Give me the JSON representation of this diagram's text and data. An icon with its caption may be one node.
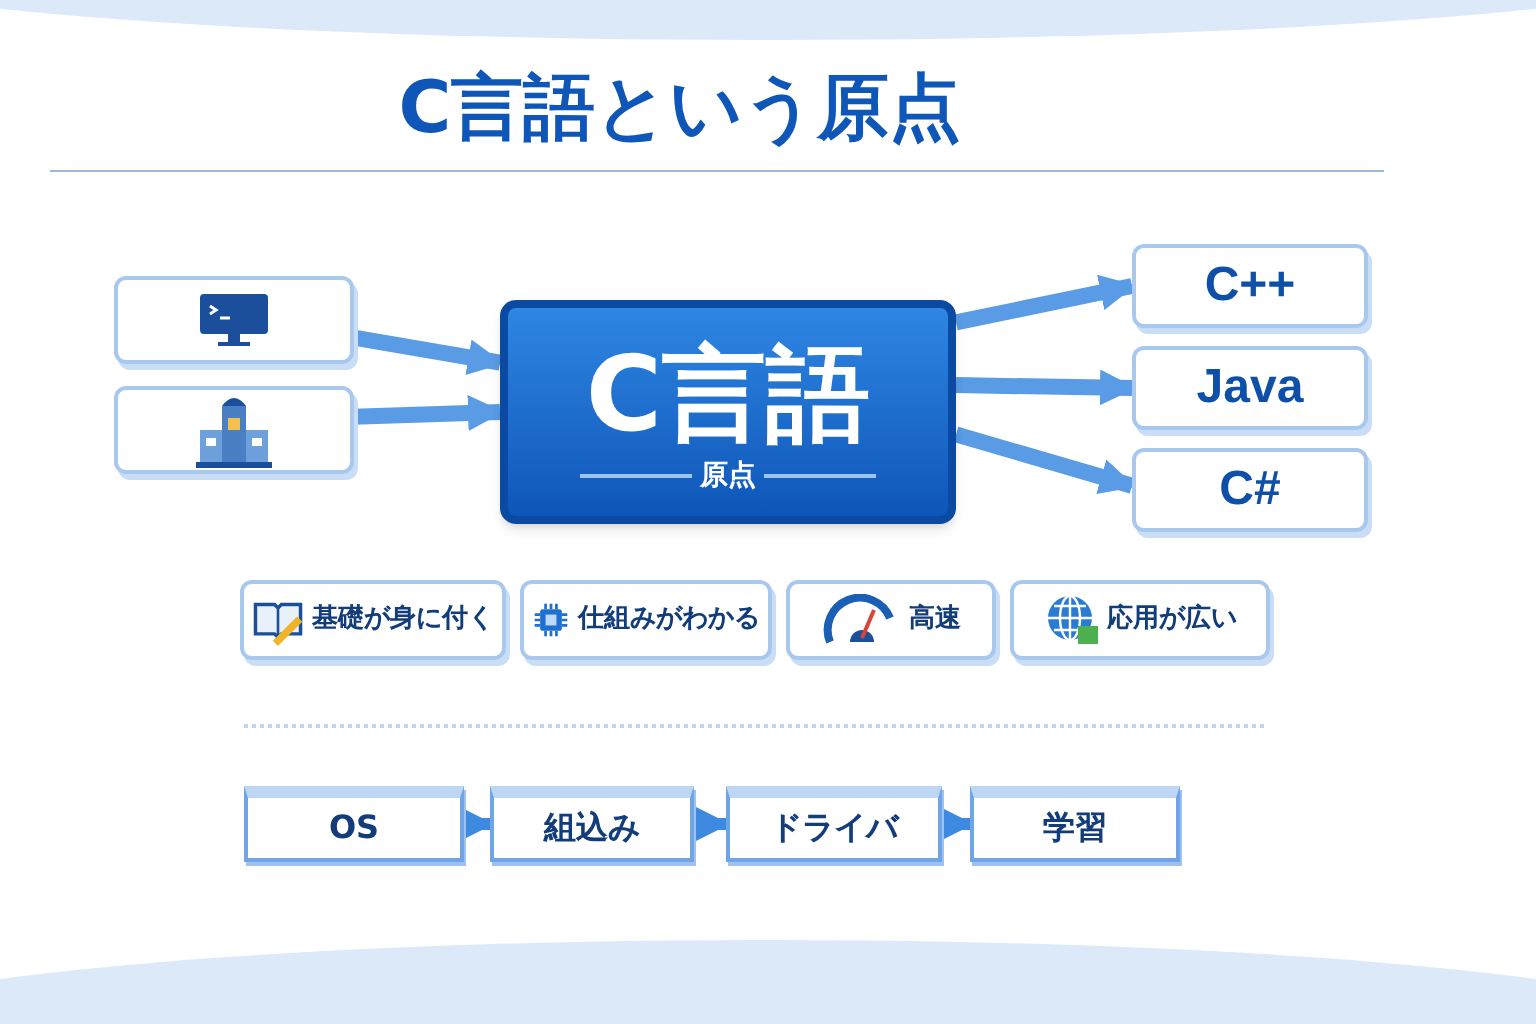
{
  "diagram": {
    "title": "C言語という原点",
    "nodes": [
      {
        "text": [],
        "shape": "box"
      },
      {
        "text": [],
        "shape": "box"
      },
      {
        "text": [
          "C言語",
          "原点"
        ]
      },
      {
        "text": [
          "C++"
        ]
      },
      {
        "text": [
          "Java"
        ]
      },
      {
        "text": [
          "C#"
        ]
      },
      {
        "text": [
          "基礎が身に付く"
        ]
      },
      {
        "text": [
          "仕組みがわかる"
        ]
      },
      {
        "text": [
          "高速"
        ]
      },
      {
        "text": [
          "応用が広い"
        ]
      },
      {
        "text": [
          "OS"
        ]
      },
      {
        "text": [
          "組込み"
        ]
      },
      {
        "text": [
          "ドライバ"
        ]
      },
      {
        "text": [
          "学習"
        ]
      }
    ],
    "edges": [
      {
        "from": 0,
        "to": 2,
        "arrow": "to"
      },
      {
        "from": 1,
        "to": 2,
        "arrow": "to"
      },
      {
        "from": 2,
        "to": 3,
        "arrow": "to"
      },
      {
        "from": 2,
        "to": 4,
        "arrow": "to"
      },
      {
        "from": 2,
        "to": 5,
        "arrow": "to"
      },
      {
        "from": 10,
        "to": 11,
        "arrow": "to"
      },
      {
        "from": 11,
        "to": 12,
        "arrow": "to"
      },
      {
        "from": 12,
        "to": 13,
        "arrow": "to"
      }
    ]
  }
}
